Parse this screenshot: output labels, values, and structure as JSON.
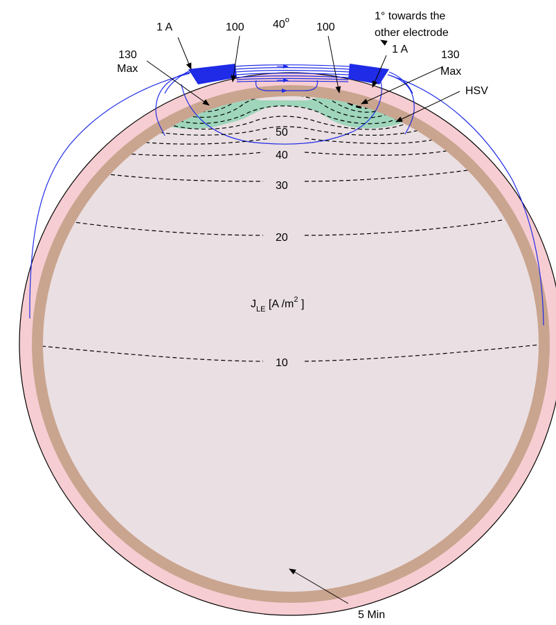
{
  "colors": {
    "background": "#ffffff",
    "scalp": "#f6cdd2",
    "skull": "#c9a48f",
    "brain": "#eadfe2",
    "hsv": "#9ed5bb",
    "electrode": "#1f2be6",
    "current_lines": "#1f2be6",
    "contour_lines": "#000000"
  },
  "labels": {
    "electrode_left_current": "1 A",
    "electrode_right_current": "1 A",
    "left_contour_100": "100",
    "right_contour_100": "100",
    "angle": "40",
    "angle_unit": "o",
    "shift_line1": "1° towards the",
    "shift_line2": "other electrode",
    "left_max_value": "130",
    "left_max_word": "Max",
    "right_max_value": "130",
    "right_max_word": "Max",
    "hsv": "HSV",
    "min_label": "5 Min",
    "quantity_main": "J",
    "quantity_sub": "LE",
    "quantity_unit_open": " [A /m",
    "quantity_unit_sup": "2",
    "quantity_unit_close": " ]"
  },
  "contours": [
    {
      "id": "c50",
      "value": "50"
    },
    {
      "id": "c40",
      "value": "40"
    },
    {
      "id": "c30",
      "value": "30"
    },
    {
      "id": "c20",
      "value": "20"
    },
    {
      "id": "c10",
      "value": "10"
    }
  ],
  "icons": {
    "electrode": "electrode-pad",
    "arrow": "pointer-arrow"
  }
}
